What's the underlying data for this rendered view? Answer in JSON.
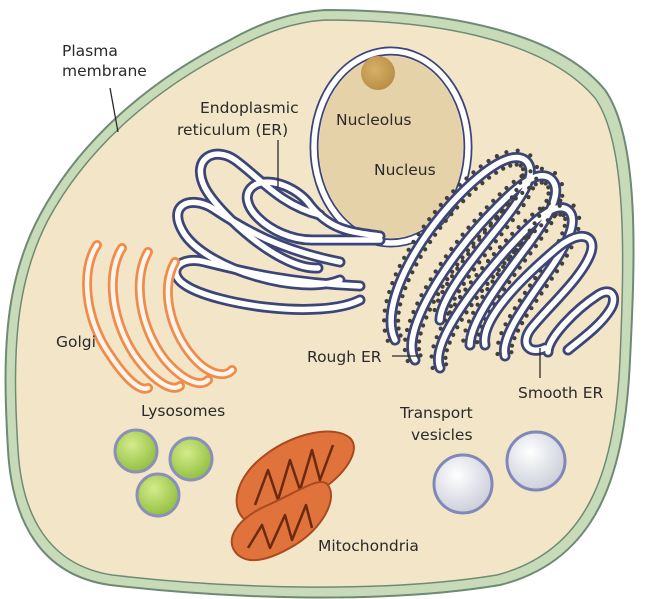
{
  "diagram": {
    "colors": {
      "cytoplasm": "#f3e6c8",
      "membrane_outer": "#6f8a74",
      "membrane_fill": "#c7dbb9",
      "nucleus_fill": "#e6d2a8",
      "nucleolus": "#c9a35b",
      "er_line": "#3c4577",
      "ribosome": "#404040",
      "golgi": "#ef8c4a",
      "lysosome": "#9fc84a",
      "mitochondria": "#e0733b",
      "vesicle": "#d6d8e3"
    },
    "labels": {
      "plasma_membrane_line1": "Plasma",
      "plasma_membrane_line2": "membrane",
      "er_line1": "Endoplasmic",
      "er_line2": "reticulum (ER)",
      "nucleolus": "Nucleolus",
      "nucleus": "Nucleus",
      "golgi": "Golgi",
      "rough_er": "Rough ER",
      "smooth_er": "Smooth ER",
      "lysosomes": "Lysosomes",
      "transport_line1": "Transport",
      "transport_line2": "vesicles",
      "mitochondria": "Mitochondria"
    }
  }
}
